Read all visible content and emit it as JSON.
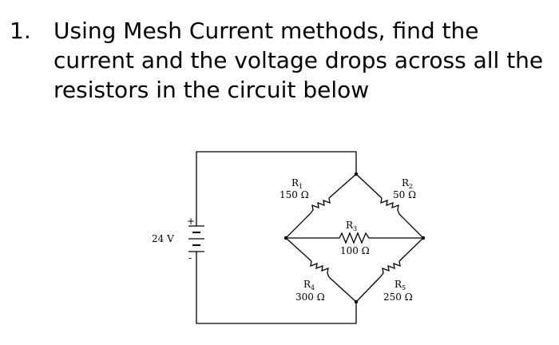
{
  "question": {
    "number": "1.",
    "text": "Using Mesh Current methods, find the current and the voltage drops across all the resistors in the circuit below"
  },
  "circuit": {
    "source": {
      "label": "24 V",
      "plus": "+",
      "minus": "-"
    },
    "resistors": [
      {
        "name": "R",
        "sub": "1",
        "value": "150 Ω"
      },
      {
        "name": "R",
        "sub": "2",
        "value": "50 Ω"
      },
      {
        "name": "R",
        "sub": "3",
        "value": "100 Ω"
      },
      {
        "name": "R",
        "sub": "4",
        "value": "300 Ω"
      },
      {
        "name": "R",
        "sub": "5",
        "value": "250 Ω"
      }
    ]
  }
}
